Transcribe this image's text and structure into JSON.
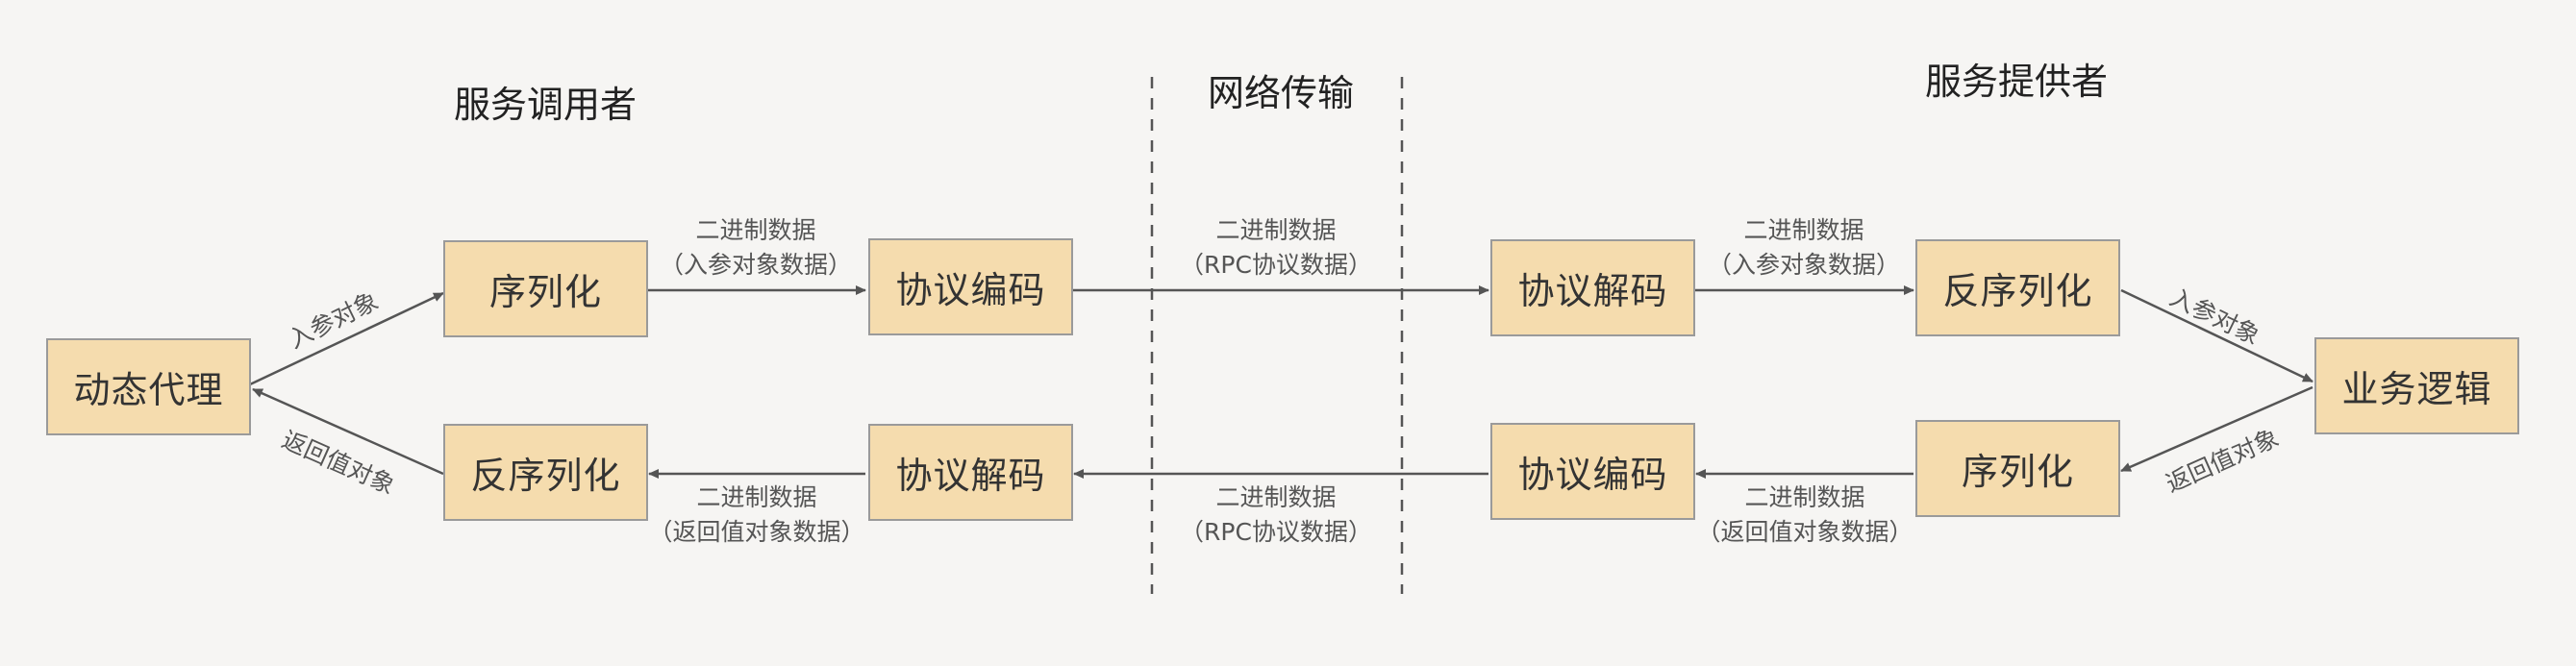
{
  "sections": {
    "caller": "服务调用者",
    "network": "网络传输",
    "provider": "服务提供者"
  },
  "nodes": {
    "proxy": "动态代理",
    "caller_serialize": "序列化",
    "caller_encode": "协议编码",
    "caller_decode": "协议解码",
    "caller_deserialize": "反序列化",
    "provider_decode": "协议解码",
    "provider_deserialize": "反序列化",
    "business": "业务逻辑",
    "provider_serialize": "序列化",
    "provider_encode": "协议编码"
  },
  "labels": {
    "in_param": "入参对象",
    "return_value": "返回值对象",
    "binary": "二进制数据",
    "in_param_data": "（入参对象数据）",
    "return_value_data": "（返回值对象数据）",
    "rpc_data": "（RPC协议数据）"
  },
  "colors": {
    "box_fill": "#f5dcae",
    "box_border": "#9a9a9a",
    "arrow": "#555555",
    "background": "#f6f5f3"
  }
}
